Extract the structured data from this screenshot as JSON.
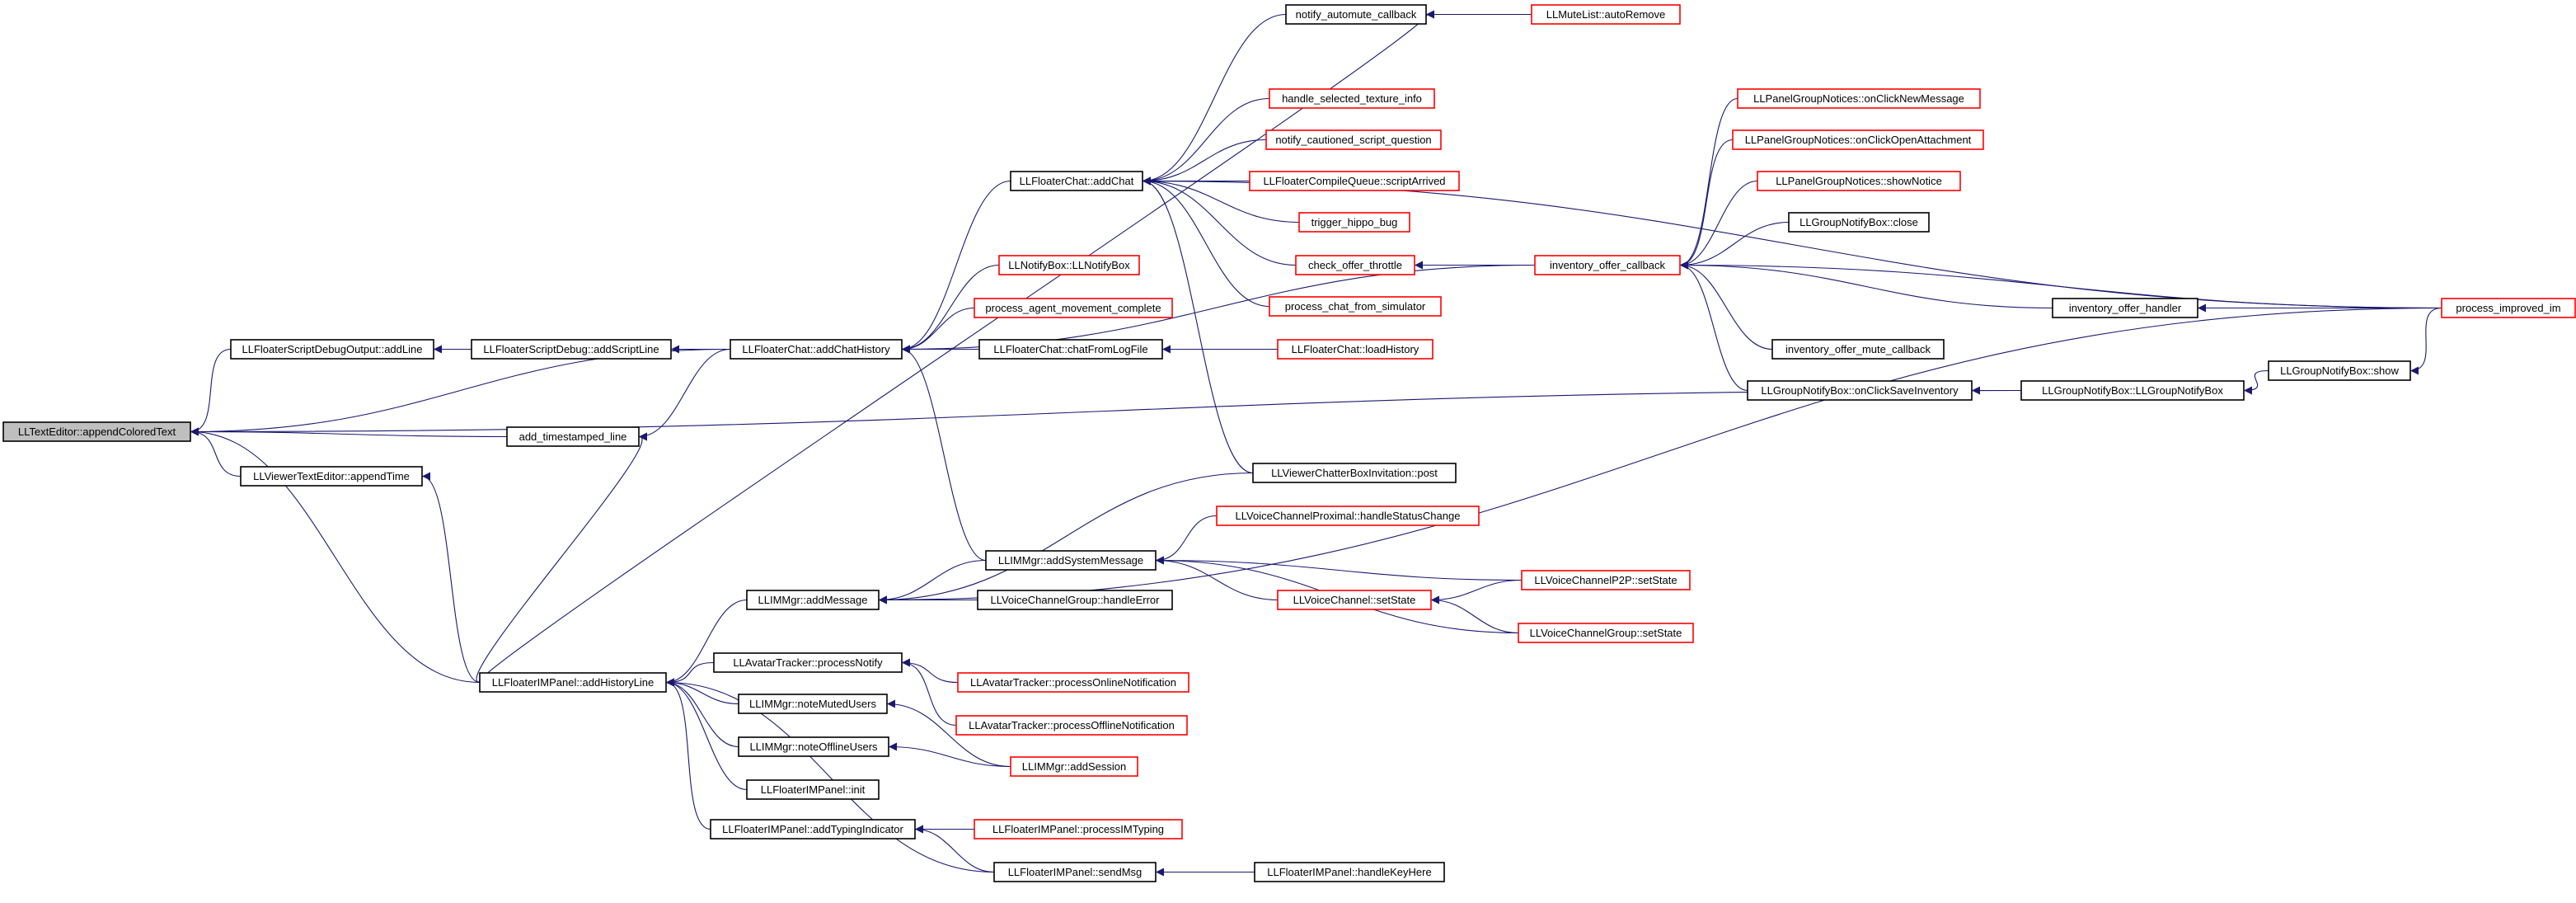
{
  "graph": {
    "colors": {
      "edge": "#191970",
      "normal_border": "#000000",
      "truncated_border": "#ff0000",
      "root_fill": "#bfbfbf",
      "node_fill": "#ffffff"
    },
    "nodes": {
      "root": "LLTextEditor::appendColoredText",
      "fsdo_addline": "LLFloaterScriptDebugOutput::addLine",
      "fsd_addscriptline": "LLFloaterScriptDebug::addScriptLine",
      "add_timestamped_line": "add_timestamped_line",
      "vte_appendtime": "LLViewerTextEditor::appendTime",
      "fimp_addhistoryline": "LLFloaterIMPanel::addHistoryLine",
      "fchat_addchathistory": "LLFloaterChat::addChatHistory",
      "fchat_addchat": "LLFloaterChat::addChat",
      "notify_automute_callback": "notify_automute_callback",
      "mutelist_autoremove": "LLMuteList::autoRemove",
      "handle_selected_texture_info": "handle_selected_texture_info",
      "notify_cautioned_script_question": "notify_cautioned_script_question",
      "fcq_scriptarrived": "LLFloaterCompileQueue::scriptArrived",
      "trigger_hippo_bug": "trigger_hippo_bug",
      "check_offer_throttle": "check_offer_throttle",
      "process_chat_from_simulator": "process_chat_from_simulator",
      "notifybox": "LLNotifyBox::LLNotifyBox",
      "process_agent_movement_complete": "process_agent_movement_complete",
      "fchat_chatfromlogfile": "LLFloaterChat::chatFromLogFile",
      "fchat_loadhistory": "LLFloaterChat::loadHistory",
      "inventory_offer_callback": "inventory_offer_callback",
      "pgn_onclicknewmessage": "LLPanelGroupNotices::onClickNewMessage",
      "pgn_onclickopenattachment": "LLPanelGroupNotices::onClickOpenAttachment",
      "pgn_shownotice": "LLPanelGroupNotices::showNotice",
      "gnb_close": "LLGroupNotifyBox::close",
      "inventory_offer_handler": "inventory_offer_handler",
      "process_improved_im": "process_improved_im",
      "inventory_offer_mute_callback": "inventory_offer_mute_callback",
      "gnb_onclicksaveinventory": "LLGroupNotifyBox::onClickSaveInventory",
      "gnb_llgroupnotifybox": "LLGroupNotifyBox::LLGroupNotifyBox",
      "gnb_show": "LLGroupNotifyBox::show",
      "vcbi_post": "LLViewerChatterBoxInvitation::post",
      "vcp_handlestatuschange": "LLVoiceChannelProximal::handleStatusChange",
      "immgr_addsystemmessage": "LLIMMgr::addSystemMessage",
      "immgr_addmessage": "LLIMMgr::addMessage",
      "vcg_handleerror": "LLVoiceChannelGroup::handleError",
      "vc_setstate": "LLVoiceChannel::setState",
      "vcp2p_setstate": "LLVoiceChannelP2P::setState",
      "vcg_setstate": "LLVoiceChannelGroup::setState",
      "at_processnotify": "LLAvatarTracker::processNotify",
      "at_processonline": "LLAvatarTracker::processOnlineNotification",
      "at_processoffline": "LLAvatarTracker::processOfflineNotification",
      "immgr_notemutedusers": "LLIMMgr::noteMutedUsers",
      "immgr_noteofflineusers": "LLIMMgr::noteOfflineUsers",
      "immgr_addsession": "LLIMMgr::addSession",
      "fimp_init": "LLFloaterIMPanel::init",
      "fimp_addtypingindicator": "LLFloaterIMPanel::addTypingIndicator",
      "fimp_processimtyping": "LLFloaterIMPanel::processIMTyping",
      "fimp_sendmsg": "LLFloaterIMPanel::sendMsg",
      "fimp_handlekeyhere": "LLFloaterIMPanel::handleKeyHere"
    }
  }
}
